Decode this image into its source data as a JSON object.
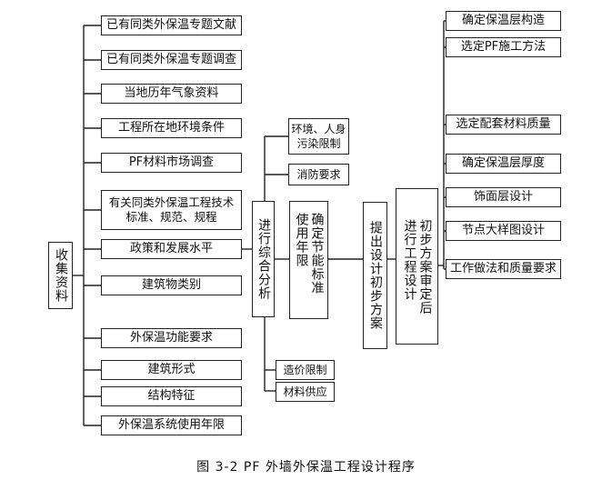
{
  "diagram": {
    "collect": "收集资料",
    "inputs": [
      "已有同类外保温专题文献",
      "已有同类外保温专题调查",
      "当地历年气象资料",
      "工程所在地环境条件",
      "PF材料市场调查",
      "有关同类外保温工程技术\n标准、规范、规程",
      "政策和发展水平",
      "建筑物类别",
      "外保温功能要求",
      "建筑形式",
      "结构特征",
      "外保温系统使用年限"
    ],
    "analysis": "进行综合分析",
    "constraints_top": [
      "环境、人身\n污染限制",
      "消防要求"
    ],
    "constraints_bottom": [
      "造价限制",
      "材料供应"
    ],
    "energy": "确定节能标准使用年限",
    "propose": "提出设计初步方案",
    "design": "初步方案审定后\n进行工程设计",
    "outputs": [
      "确定保温层构造",
      "选定PF施工方法",
      "选定配套材料质量",
      "确定保温层厚度",
      "饰面层设计",
      "节点大样图设计",
      "工作做法和质量要求"
    ]
  },
  "caption": "图 3-2   PF 外墙外保温工程设计程序"
}
